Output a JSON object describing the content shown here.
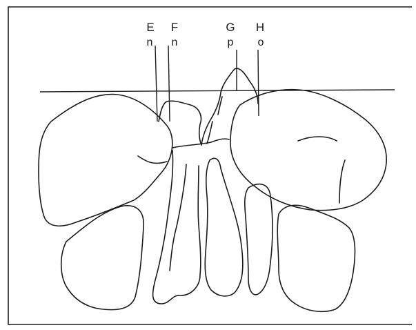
{
  "markers": [
    {
      "id": "E",
      "letter": "E",
      "sub": "n"
    },
    {
      "id": "F",
      "letter": "F",
      "sub": "n"
    },
    {
      "id": "G",
      "letter": "G",
      "sub": "p"
    },
    {
      "id": "H",
      "letter": "H",
      "sub": "o"
    }
  ]
}
